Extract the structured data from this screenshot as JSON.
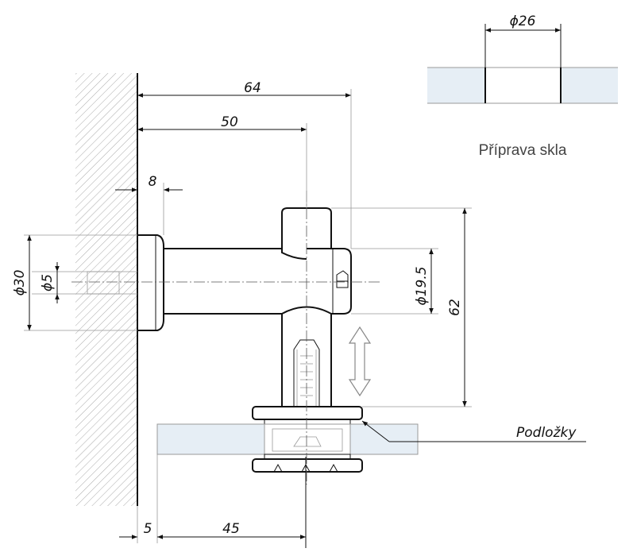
{
  "dimensions": {
    "total_length": "64",
    "center_length": "50",
    "cap_thickness": "8",
    "cap_diameter": "ϕ30",
    "hole_diameter": "ϕ5",
    "body_diameter": "ϕ19.5",
    "body_height": "62",
    "glass_hole_diameter": "ϕ26",
    "wall_offset": "5",
    "glass_offset": "45"
  },
  "labels": {
    "glass_preparation": "Příprava skla",
    "washers": "Podložky"
  },
  "colors": {
    "glass": "#e6eef5",
    "wall_hatch": "#999999",
    "line": "#111111"
  }
}
